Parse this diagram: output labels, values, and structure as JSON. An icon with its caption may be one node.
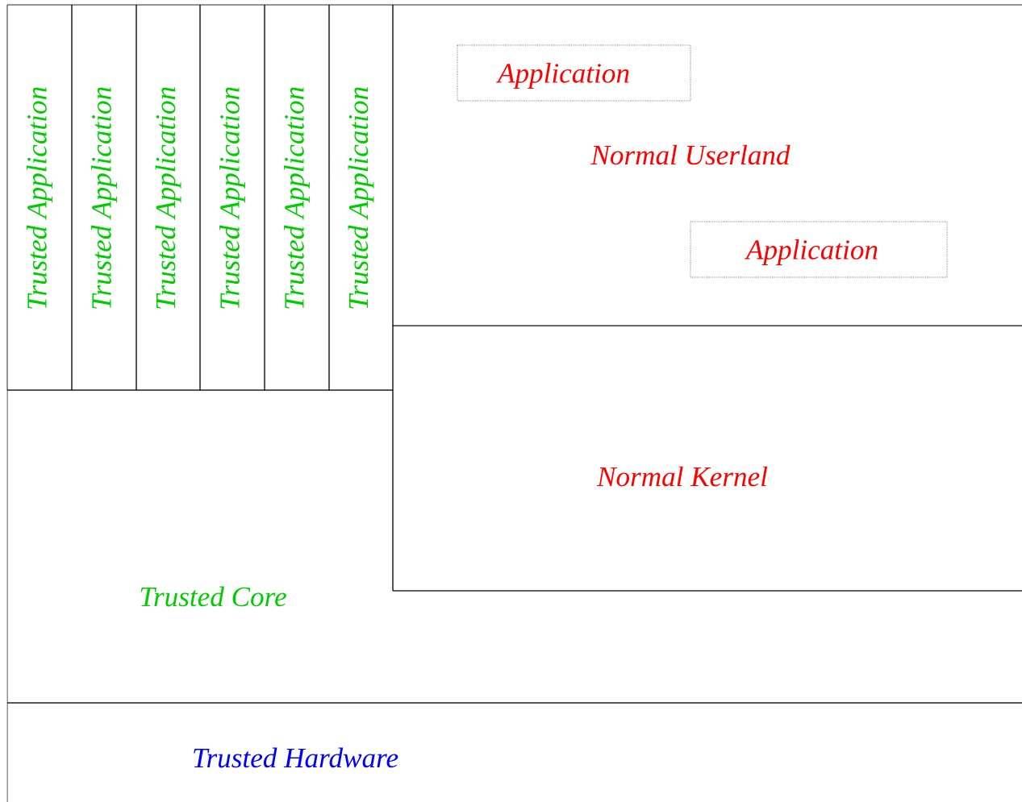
{
  "diagram": {
    "nodes": [
      {
        "text": [
          "Trusted Application"
        ]
      },
      {
        "text": [
          "Trusted Application"
        ]
      },
      {
        "text": [
          "Trusted Application"
        ]
      },
      {
        "text": [
          "Trusted Application"
        ]
      },
      {
        "text": [
          "Trusted Application"
        ]
      },
      {
        "text": [
          "Trusted Application"
        ]
      },
      {
        "text": [
          "Normal Userland"
        ]
      },
      {
        "text": [
          "Application"
        ],
        "in": 6
      },
      {
        "text": [
          "Application"
        ],
        "in": 6
      },
      {
        "text": [
          "Normal Kernel"
        ]
      },
      {
        "text": [
          "Trusted Core"
        ]
      },
      {
        "text": [
          "Trusted Hardware"
        ]
      }
    ]
  }
}
